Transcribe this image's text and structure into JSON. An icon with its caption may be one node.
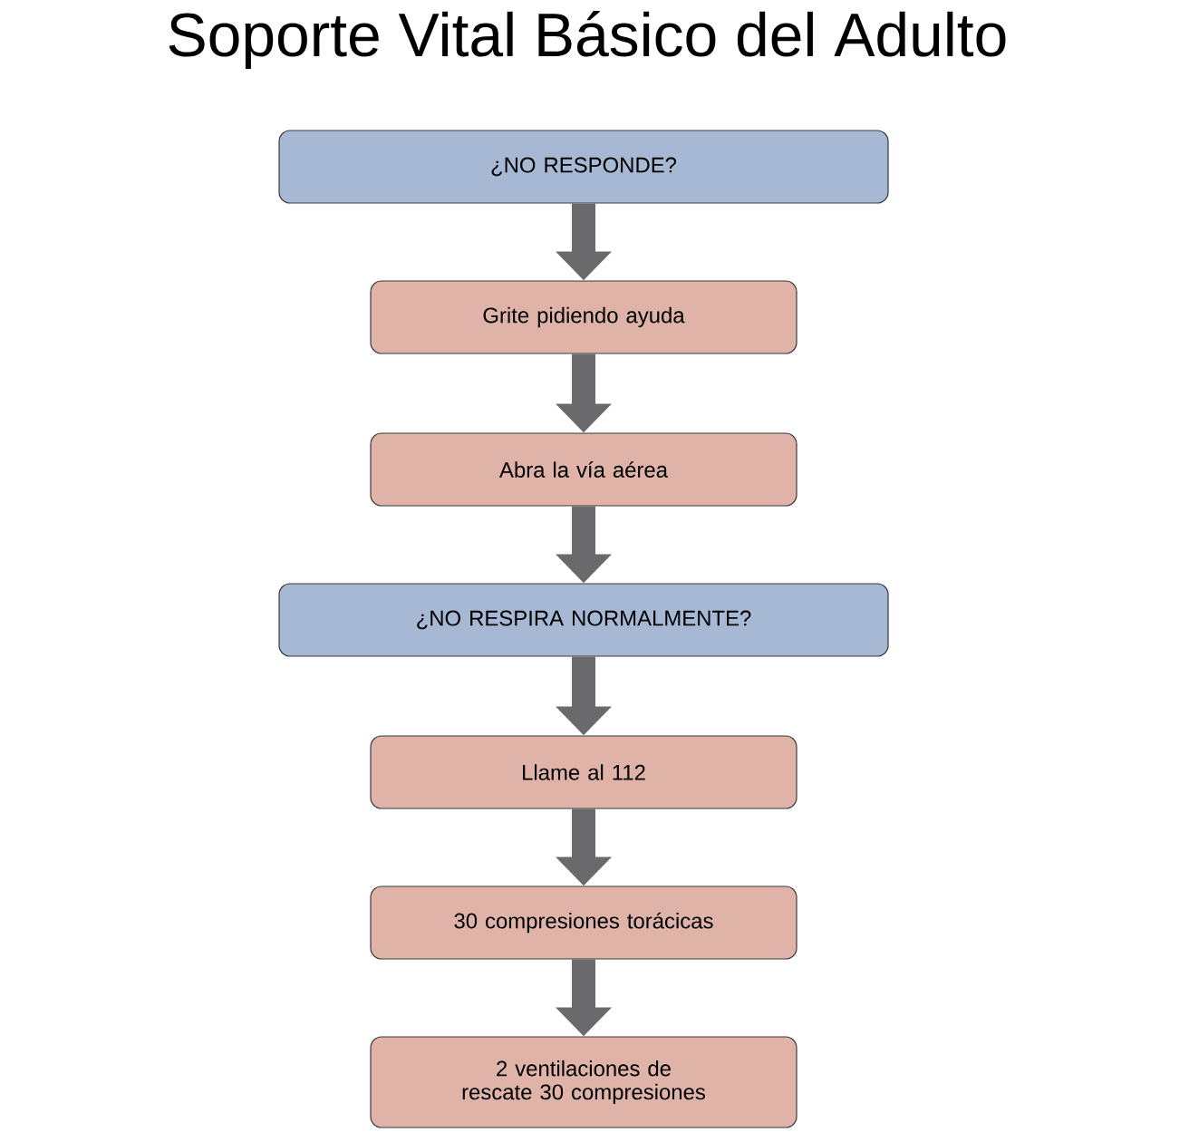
{
  "diagram": {
    "title": "Soporte Vital Básico del Adulto",
    "nodes": [
      {
        "text": [
          "¿NO RESPONDE?"
        ]
      },
      {
        "text": [
          "Grite pidiendo ayuda"
        ]
      },
      {
        "text": [
          "Abra la vía aérea"
        ]
      },
      {
        "text": [
          "¿NO RESPIRA NORMALMENTE?"
        ]
      },
      {
        "text": [
          "Llame al 112"
        ]
      },
      {
        "text": [
          "30 compresiones torácicas"
        ]
      },
      {
        "text": [
          "2 ventilaciones de rescate 30 compresiones"
        ]
      }
    ],
    "edges": [
      {
        "from": 0,
        "to": 1,
        "arrow": "to"
      },
      {
        "from": 1,
        "to": 2,
        "arrow": "to"
      },
      {
        "from": 2,
        "to": 3,
        "arrow": "to"
      },
      {
        "from": 3,
        "to": 4,
        "arrow": "to"
      },
      {
        "from": 4,
        "to": 5,
        "arrow": "to"
      },
      {
        "from": 5,
        "to": 6,
        "arrow": "to"
      }
    ]
  }
}
